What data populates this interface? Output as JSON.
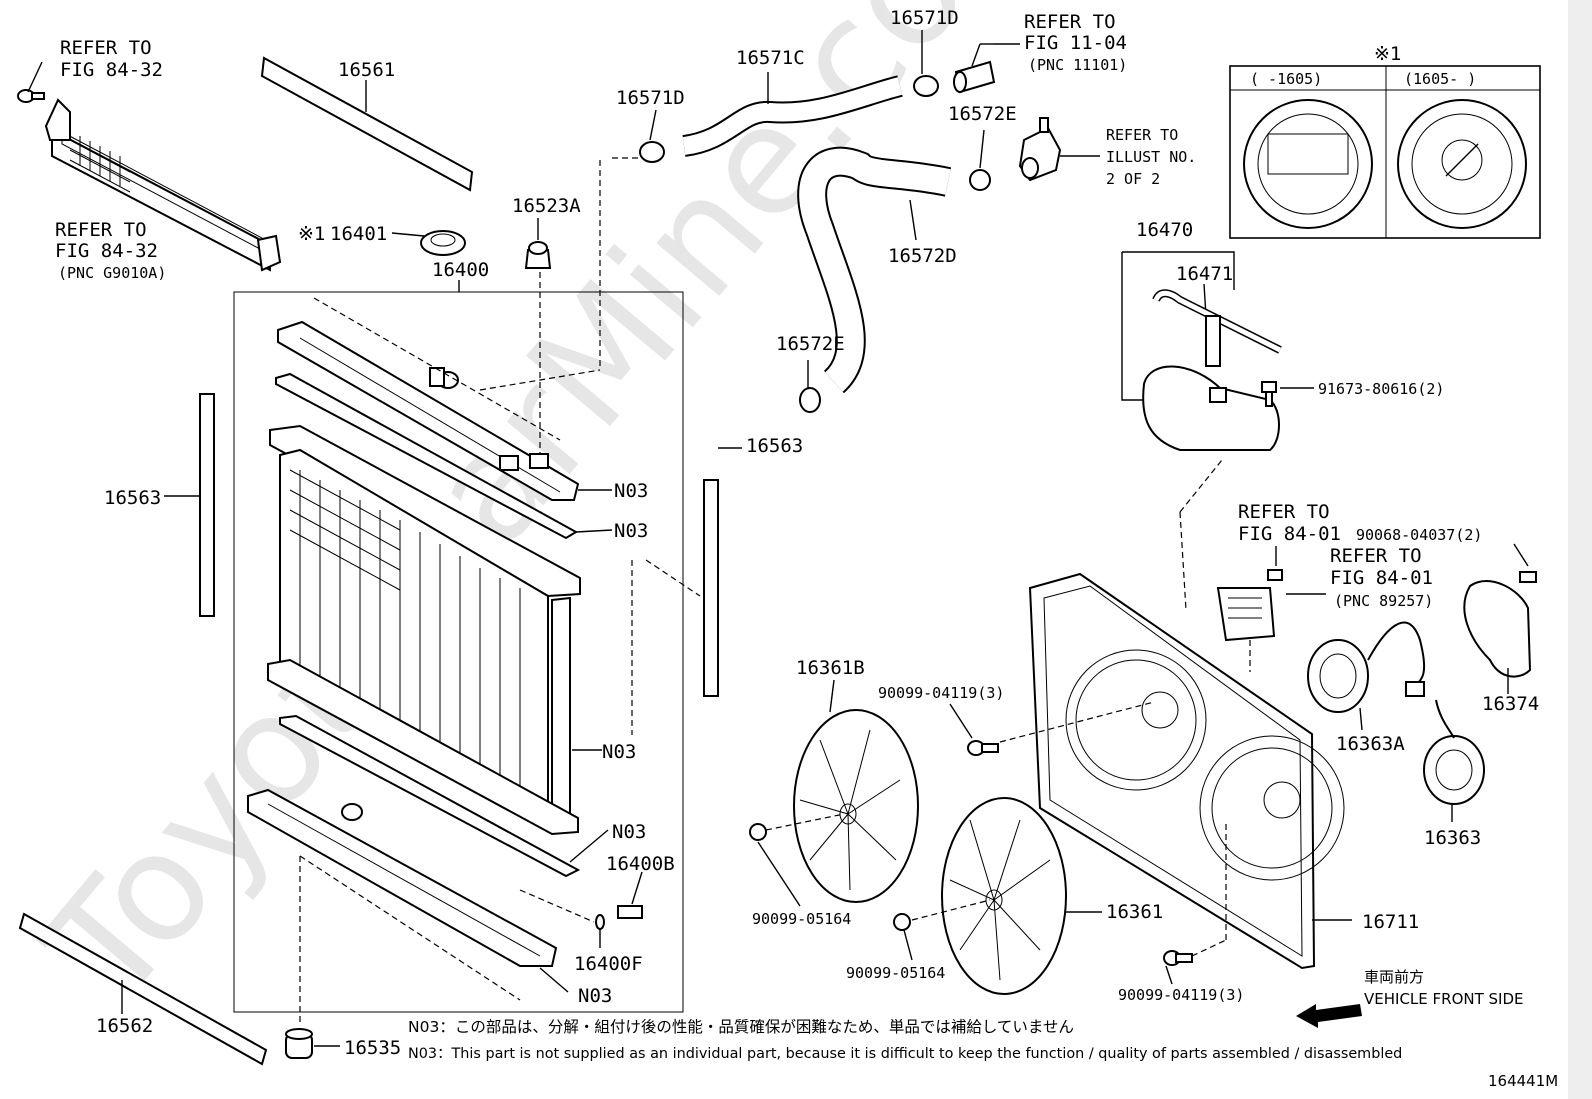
{
  "diagram_code": "164441M",
  "watermark": "ToyotaCarMine.com",
  "callouts": {
    "p16561": "16561",
    "p16562": "16562",
    "p16563_left": "16563",
    "p16563_right": "16563",
    "p16400": "16400",
    "p16401": "16401",
    "p16401_mark": "※1",
    "p16523A": "16523A",
    "p16571D_left": "16571D",
    "p16571D_top": "16571D",
    "p16571C": "16571C",
    "p16572E_top": "16572E",
    "p16572E_mid": "16572E",
    "p16572D": "16572D",
    "p16470": "16470",
    "p16471": "16471",
    "p91673": "91673-80616(2)",
    "p90068": "90068-04037(2)",
    "p16374": "16374",
    "p16363A": "16363A",
    "p16363": "16363",
    "p16361B": "16361B",
    "p90099_04119_a": "90099-04119(3)",
    "p90099_04119_b": "90099-04119(3)",
    "p90099_05164_a": "90099-05164",
    "p90099_05164_b": "90099-05164",
    "p16361": "16361",
    "p16711": "16711",
    "p16400B": "16400B",
    "p16400F": "16400F",
    "p16535": "16535",
    "n03_1": "N03",
    "n03_2": "N03",
    "n03_3": "N03",
    "n03_4": "N03",
    "n03_5": "N03"
  },
  "refers": {
    "fig8432_top": {
      "line1": "REFER TO",
      "line2": "FIG 84-32"
    },
    "fig8432_bottom": {
      "line1": "REFER TO",
      "line2": "FIG 84-32",
      "line3": "(PNC G9010A)"
    },
    "fig1104": {
      "line1": "REFER TO",
      "line2": "FIG 11-04",
      "line3": "(PNC 11101)"
    },
    "illust": {
      "line1": "REFER TO",
      "line2": "ILLUST NO.",
      "line3": "2 OF 2"
    },
    "fig8401_a": {
      "line1": "REFER TO",
      "line2": "FIG 84-01"
    },
    "fig8401_b": {
      "line1": "REFER TO",
      "line2": "FIG 84-01",
      "line3": "(PNC 89257)"
    }
  },
  "inset": {
    "mark": "※1",
    "left_header": "(   -1605)",
    "right_header": "(1605-    )"
  },
  "direction": {
    "jp": "車両前方",
    "en": "VEHICLE FRONT SIDE"
  },
  "notes": {
    "jp": "N03：この部品は、分解・組付け後の性能・品質確保が困難なため、単品では補給していません",
    "en": "N03：This part is not supplied as an individual part, because it is difficult to keep the function / quality of parts assembled / disassembled"
  }
}
